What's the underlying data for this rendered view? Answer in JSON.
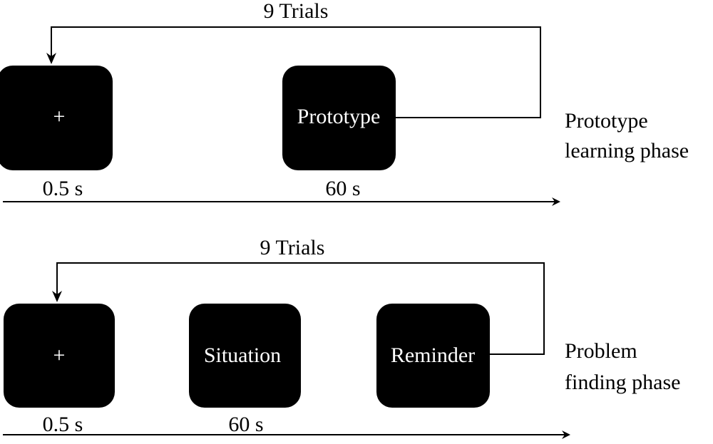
{
  "phase1": {
    "loop_label": "9 Trials",
    "fixation_symbol": "+",
    "prototype_label": "Prototype",
    "duration_fixation": "0.5 s",
    "duration_prototype": "60 s",
    "phase_name_line1": "Prototype",
    "phase_name_line2": "learning phase"
  },
  "phase2": {
    "loop_label": "9 Trials",
    "fixation_symbol": "+",
    "situation_label": "Situation",
    "reminder_label": "Reminder",
    "duration_fixation": "0.5 s",
    "duration_situation": "60 s",
    "phase_name_line1": "Problem",
    "phase_name_line2": "finding phase"
  },
  "colors": {
    "box_fill": "#000000",
    "box_text": "#ffffff",
    "line": "#000000",
    "background": "#ffffff"
  }
}
